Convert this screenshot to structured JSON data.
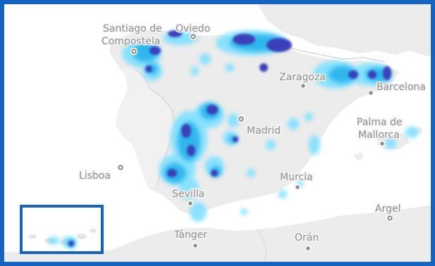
{
  "map": {
    "region": "Iberian Peninsula heatmap",
    "colors": {
      "frame": "#1565c0",
      "sea": "#ffffff",
      "land": "#ececec",
      "land_alt": "#f3f3f3",
      "border_line": "#d0d0d0",
      "heat_low": "#7ee0ff",
      "heat_mid": "#27b3ec",
      "heat_high": "#3b3fb8"
    },
    "cities": [
      {
        "id": "santiago",
        "label_lines": [
          "Santiago de",
          "Compostela"
        ]
      },
      {
        "id": "oviedo",
        "label_lines": [
          "Oviedo"
        ]
      },
      {
        "id": "zaragoza",
        "label_lines": [
          "Zaragoza"
        ]
      },
      {
        "id": "barcelona",
        "label_lines": [
          "Barcelona"
        ]
      },
      {
        "id": "madrid",
        "label_lines": [
          "Madrid"
        ]
      },
      {
        "id": "palma",
        "label_lines": [
          "Palma de",
          "Mallorca"
        ]
      },
      {
        "id": "lisboa",
        "label_lines": [
          "Lisboa"
        ]
      },
      {
        "id": "murcia",
        "label_lines": [
          "Murcia"
        ]
      },
      {
        "id": "sevilla",
        "label_lines": [
          "Sevilla"
        ]
      },
      {
        "id": "argel",
        "label_lines": [
          "Argel"
        ]
      },
      {
        "id": "tanger",
        "label_lines": [
          "Tánger"
        ]
      },
      {
        "id": "oran",
        "label_lines": [
          "Orán"
        ]
      }
    ],
    "inset": {
      "content": "Canary Islands"
    }
  }
}
